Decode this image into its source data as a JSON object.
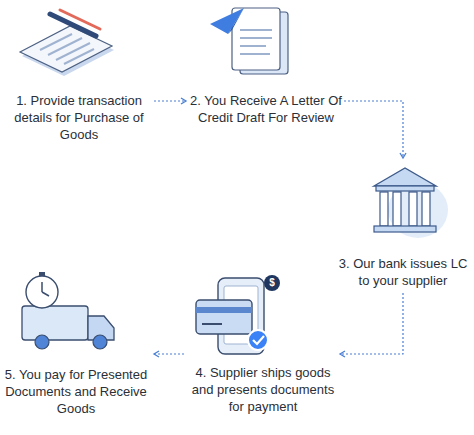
{
  "diagram": {
    "nodes": [
      {
        "text": [
          "1. Provide transaction details for Purchase of Goods"
        ]
      },
      {
        "text": [
          "2. You Receive A Letter Of Credit Draft For Review"
        ]
      },
      {
        "text": [
          "3. Our bank issues LC to your supplier"
        ]
      },
      {
        "text": [
          "4. Supplier ships goods and presents documents for payment"
        ]
      },
      {
        "text": [
          "5. You pay for Presented Documents and Receive Goods"
        ]
      }
    ],
    "edges": [
      {
        "from": 0,
        "to": 1,
        "arrow": "to"
      },
      {
        "from": 1,
        "to": 2,
        "arrow": "to"
      },
      {
        "from": 2,
        "to": 3,
        "arrow": "to"
      },
      {
        "from": 3,
        "to": 4,
        "arrow": "to"
      }
    ],
    "labels": [
      "$"
    ]
  }
}
